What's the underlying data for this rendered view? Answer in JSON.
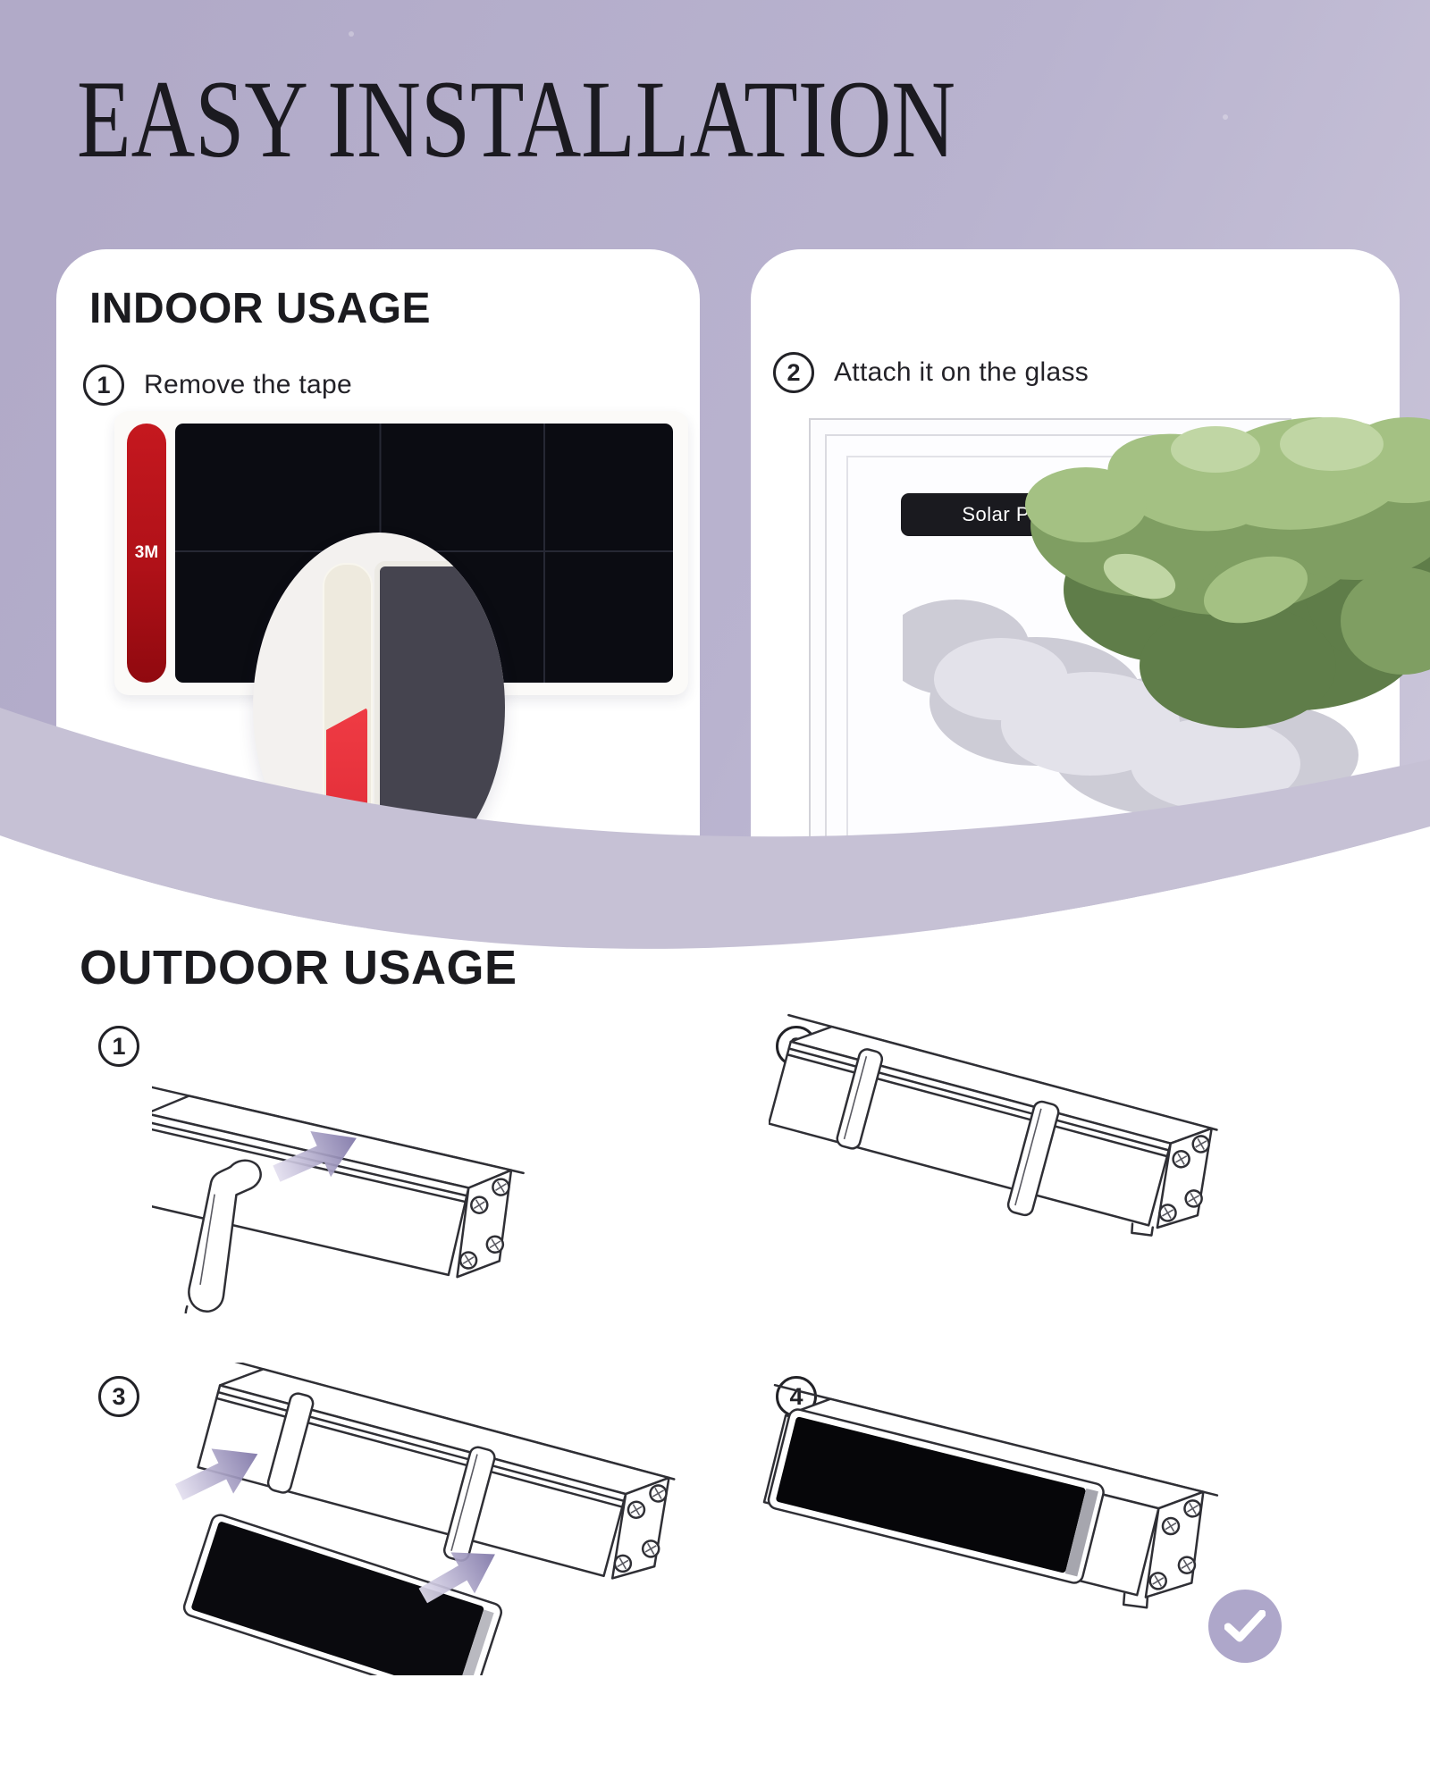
{
  "title": "EASY INSTALLATION",
  "indoor": {
    "heading": "INDOOR USAGE",
    "step1": {
      "num": "1",
      "label": "Remove the tape"
    },
    "step2": {
      "num": "2",
      "label": "Attach it on the glass"
    },
    "tape_label": "3M",
    "panel_label": "Solar Panel"
  },
  "outdoor": {
    "heading": "OUTDOOR USAGE",
    "steps": [
      {
        "num": "1"
      },
      {
        "num": "2"
      },
      {
        "num": "3"
      },
      {
        "num": "4"
      }
    ]
  },
  "colors": {
    "background_lavender": "#b4adca",
    "band_lavender": "#c6c1d5",
    "card_white": "#ffffff",
    "tape_red": "#b01118",
    "panel_black": "#0b0c12",
    "label_dark": "#1a1a1f",
    "check_purple": "#aea7ca",
    "arrow_purple": "#8d84b5",
    "text_dark": "#1c1b20"
  }
}
